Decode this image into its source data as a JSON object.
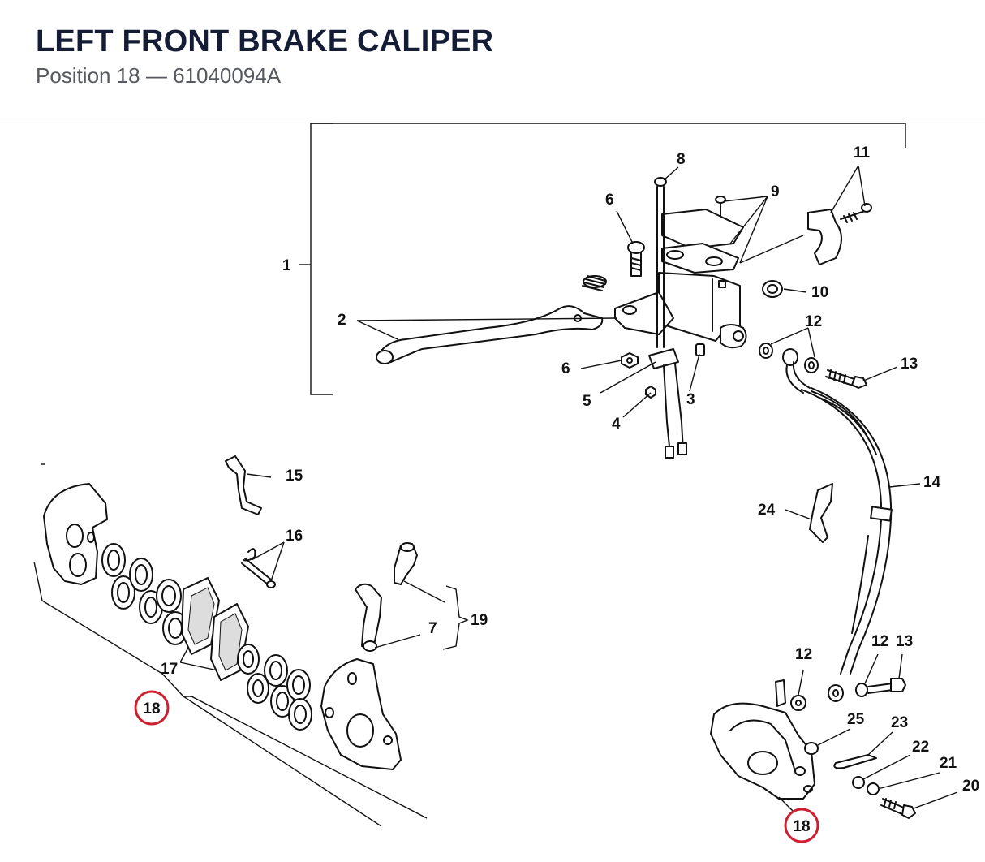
{
  "header": {
    "title": "LEFT FRONT BRAKE CALIPER",
    "subtitle": "Position 18 — 61040094A"
  },
  "callouts": {
    "c1": "1",
    "c2": "2",
    "c3": "3",
    "c4": "4",
    "c5": "5",
    "c6a": "6",
    "c6b": "6",
    "c7": "7",
    "c8": "8",
    "c9": "9",
    "c10": "10",
    "c11": "11",
    "c12a": "12",
    "c12b": "12",
    "c12c": "12",
    "c13a": "13",
    "c13b": "13",
    "c14": "14",
    "c15": "15",
    "c16": "16",
    "c17": "17",
    "c18a": "18",
    "c18b": "18",
    "c19": "19",
    "c20": "20",
    "c21": "21",
    "c22": "22",
    "c23": "23",
    "c24": "24",
    "c25": "25"
  },
  "highlight": {
    "color": "#cc1f2f",
    "position": "18"
  }
}
